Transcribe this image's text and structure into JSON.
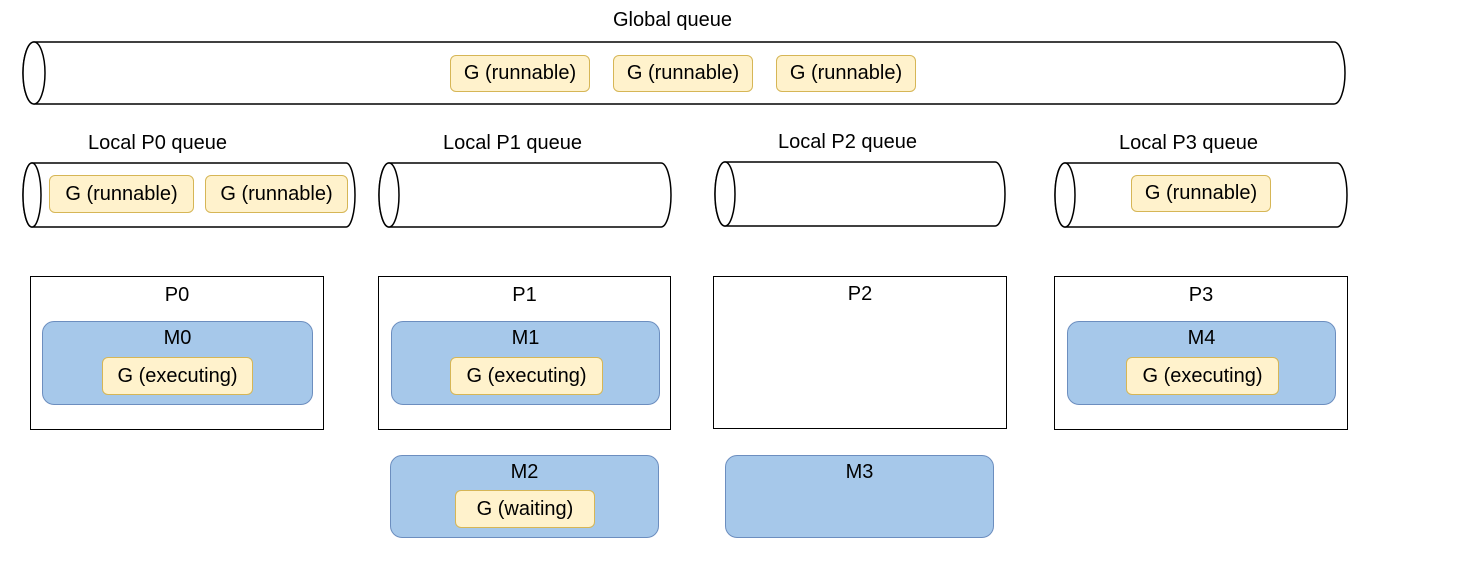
{
  "global_queue": {
    "title": "Global queue",
    "items": [
      "G (runnable)",
      "G (runnable)",
      "G (runnable)"
    ]
  },
  "local_queues": [
    {
      "title": "Local P0 queue",
      "items": [
        "G (runnable)",
        "G (runnable)"
      ]
    },
    {
      "title": "Local P1 queue",
      "items": []
    },
    {
      "title": "Local P2 queue",
      "items": []
    },
    {
      "title": "Local P3 queue",
      "items": [
        "G (runnable)"
      ]
    }
  ],
  "processors": [
    {
      "name": "P0",
      "thread": "M0",
      "goroutine": "G (executing)"
    },
    {
      "name": "P1",
      "thread": "M1",
      "goroutine": "G (executing)"
    },
    {
      "name": "P2"
    },
    {
      "name": "P3",
      "thread": "M4",
      "goroutine": "G (executing)"
    }
  ],
  "detached_threads": [
    {
      "name": "M2",
      "goroutine": "G (waiting)"
    },
    {
      "name": "M3"
    }
  ],
  "colors": {
    "goroutine_fill": "#fff2cc",
    "goroutine_border": "#d6b656",
    "thread_fill": "#a6c8ea",
    "thread_border": "#6c8ebf",
    "stroke": "#000000"
  }
}
